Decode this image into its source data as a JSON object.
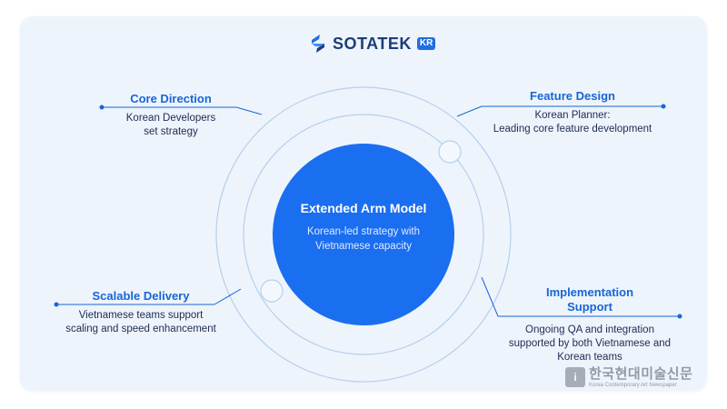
{
  "logo": {
    "word": "SOTATEK",
    "badge": "KR"
  },
  "center": {
    "title": "Extended Arm Model",
    "subtitle_line1": "Korean-led strategy with",
    "subtitle_line2": "Vietnamese capacity"
  },
  "nodes": {
    "core_direction": {
      "title": "Core Direction",
      "desc_line1": "Korean Developers",
      "desc_line2": "set strategy"
    },
    "feature_design": {
      "title": "Feature Design",
      "desc_line1": "Korean Planner:",
      "desc_line2": "Leading core feature development"
    },
    "scalable_delivery": {
      "title": "Scalable Delivery",
      "desc_line1": "Vietnamese teams support",
      "desc_line2": "scaling and speed enhancement"
    },
    "implementation_support": {
      "title_line1": "Implementation",
      "title_line2": "Support",
      "desc_line1": "Ongoing QA and integration",
      "desc_line2": "supported by both Vietnamese and",
      "desc_line3": "Korean teams"
    }
  },
  "watermark": {
    "main": "한국현대미술신문",
    "sub": "Korea Contemporary Art Newspaper"
  },
  "colors": {
    "accent": "#1766d6",
    "circle_fill": "#1a6ef0",
    "ring": "#b5cff0",
    "text_dark": "#1e2c55",
    "card_bg": "#eef4fb"
  }
}
